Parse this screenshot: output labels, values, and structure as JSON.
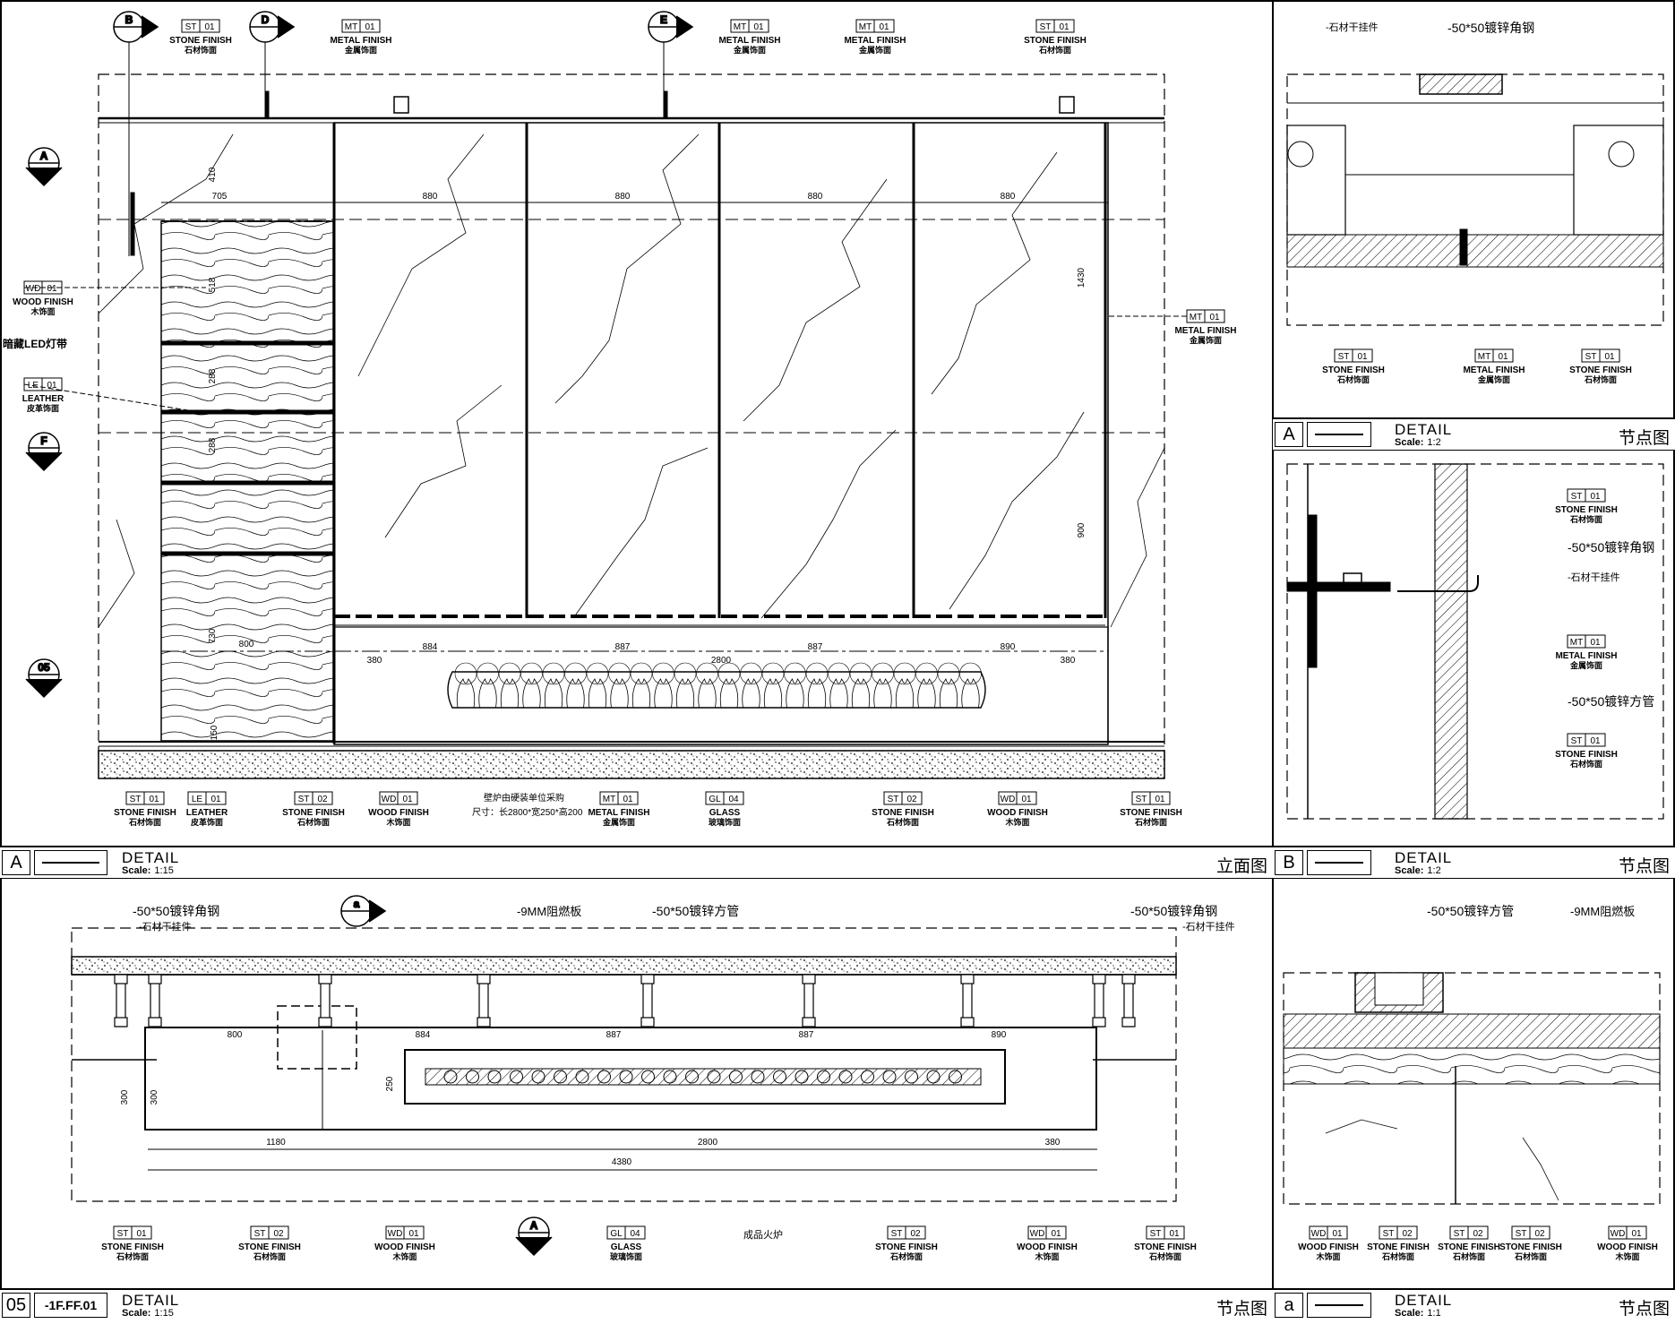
{
  "panels": {
    "elev": {
      "id": "A",
      "detail_label": "DETAIL",
      "scale_label": "Scale:",
      "scale": "1:15",
      "type": "立面图"
    },
    "detA": {
      "id": "A",
      "detail_label": "DETAIL",
      "scale_label": "Scale:",
      "scale": "1:2",
      "type": "节点图"
    },
    "detB": {
      "id": "B",
      "detail_label": "DETAIL",
      "scale_label": "Scale:",
      "scale": "1:2",
      "type": "节点图"
    },
    "plan": {
      "id": "05",
      "ref": "-1F.FF.01",
      "detail_label": "DETAIL",
      "scale_label": "Scale:",
      "scale": "1:15",
      "type": "节点图"
    },
    "deta": {
      "id": "a",
      "detail_label": "DETAIL",
      "scale_label": "Scale:",
      "scale": "1:1",
      "type": "节点图"
    }
  },
  "finish": {
    "ST": "STONE FINISH",
    "ST_cn": "石材饰面",
    "MT": "METAL FINISH",
    "MT_cn": "金属饰面",
    "WD": "WOOD FINISH",
    "WD_cn": "木饰面",
    "LE": "LEATHER",
    "LE_cn": "皮革饰面",
    "GL": "GLASS",
    "GL_cn": "玻璃饰面"
  },
  "notes": {
    "led": "暗藏LED灯带",
    "fireplace1": "壁炉由硬装单位采购",
    "fireplace2": "尺寸：长2800*宽250*高200",
    "angle": "-50*50镀锌角钢",
    "tube": "-50*50镀锌方管",
    "hanger": "-石材干挂件",
    "board": "-9MM阻燃板",
    "fire": "成品火炉"
  },
  "sections": [
    "B",
    "D",
    "E",
    "A",
    "F",
    "05",
    "a"
  ],
  "dims_elev": [
    "705",
    "880",
    "880",
    "880",
    "880",
    "410",
    "518",
    "288",
    "288",
    "730",
    "800",
    "884",
    "887",
    "887",
    "890",
    "380",
    "380",
    "2800",
    "1430",
    "900",
    "150"
  ],
  "dims_plan": [
    "800",
    "884",
    "887",
    "887",
    "890",
    "300",
    "300",
    "250",
    "1180",
    "2800",
    "380",
    "4380"
  ]
}
